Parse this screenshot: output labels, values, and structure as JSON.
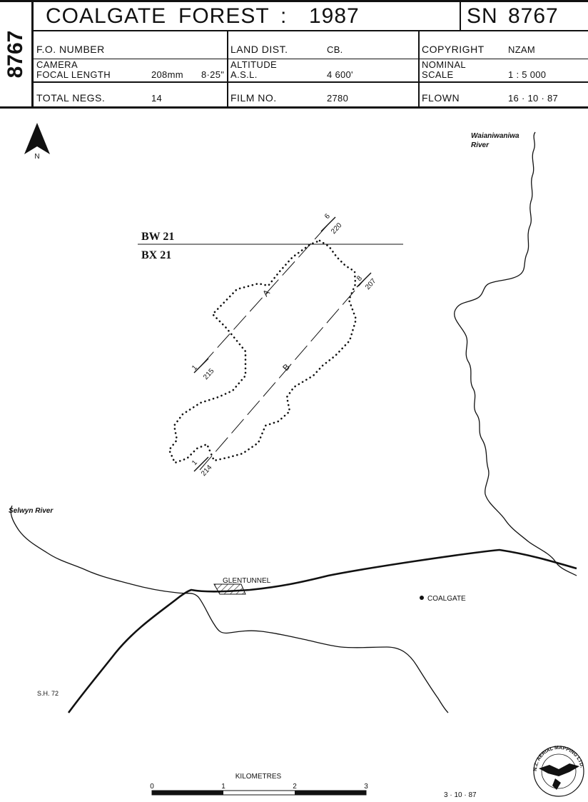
{
  "header": {
    "sheet_tab": "8767",
    "title": "COALGATE",
    "title_word2": "FOREST",
    "title_sep": ":",
    "year": "1987",
    "sn_label": "SN",
    "sn_number": "8767",
    "fo_number_label": "F.O. NUMBER",
    "fo_number_value": "",
    "land_dist_label": "LAND DIST.",
    "land_dist_value": "CB.",
    "copyright_label": "COPYRIGHT",
    "copyright_value": "NZAM",
    "camera_label": "CAMERA",
    "focal_length_label": "FOCAL LENGTH",
    "focal_length_mm": "208mm",
    "focal_length_in": "8·25\"",
    "altitude_label": "ALTITUDE",
    "asl_label": "A.S.L.",
    "altitude_value": "4 600'",
    "nominal_label": "NOMINAL",
    "scale_label": "SCALE",
    "scale_value": "1 : 5 000",
    "total_negs_label": "TOTAL NEGS.",
    "total_negs_value": "14",
    "film_no_label": "FILM NO.",
    "film_no_value": "2780",
    "flown_label": "FLOWN",
    "flown_value": "16 · 10 · 87"
  },
  "map": {
    "north_label": "N",
    "grid_label_upper": "BW 21",
    "grid_label_lower": "BX 21",
    "waiau_label_line1": "Waianiwaniwa",
    "waiau_label_line2": "River",
    "selwyn_label": "Selwyn River",
    "glentunnel_label": "GLENTUNNEL",
    "coalgate_label": "COALGATE",
    "highway_label": "S.H. 72",
    "runs": [
      {
        "name": "A",
        "start_photo": "1",
        "start_neg": "215",
        "end_photo": "6",
        "end_neg": "220"
      },
      {
        "name": "B",
        "start_photo": "1",
        "start_neg": "214",
        "end_photo": "8",
        "end_neg": "207"
      }
    ]
  },
  "scale_bar": {
    "title": "KILOMETRES",
    "ticks": [
      "0",
      "1",
      "2",
      "3"
    ]
  },
  "footer": {
    "date": "3 · 10 · 87",
    "seal_text": "N.Z. AERIAL MAPPING LTD."
  },
  "colors": {
    "ink": "#111111",
    "paper": "#ffffff"
  }
}
